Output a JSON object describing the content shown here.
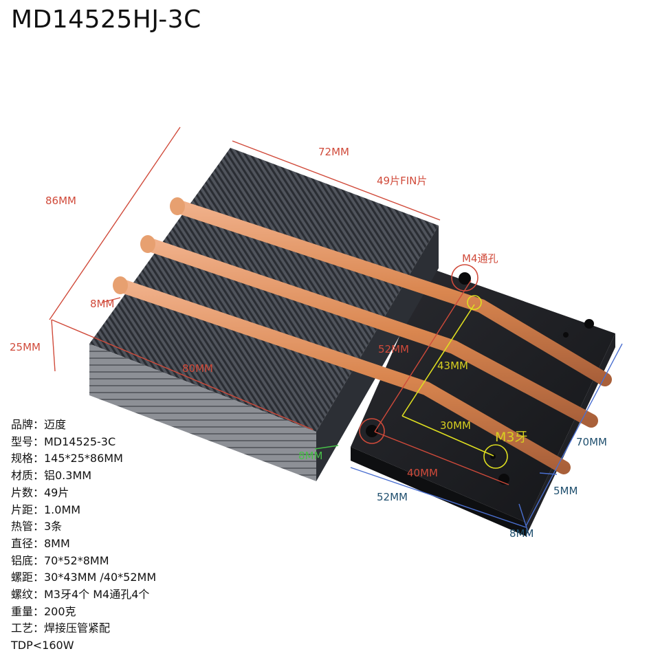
{
  "title": "MD14525HJ-3C",
  "dimensions": {
    "width_86": "86MM",
    "length_72": "72MM",
    "fins_49": "49片FIN片",
    "pipe_8": "8MM",
    "height_25": "25MM",
    "length_80": "80MM",
    "green_8": "8MM",
    "m4_holes": "M4通孔",
    "pitch_52": "52MM",
    "pitch_43": "43MM",
    "pitch_30": "30MM",
    "m3_thread": "M3牙",
    "pitch_40": "40MM",
    "base_70": "70MM",
    "base_52": "52MM",
    "base_5": "5MM",
    "base_8": "8MM"
  },
  "specs": [
    "品牌：迈度",
    "型号：MD14525-3C",
    "规格：145*25*86MM",
    "材质：铝0.3MM",
    "片数：49片",
    "片距：1.0MM",
    "热管：3条",
    "直径：8MM",
    "铝底：70*52*8MM",
    "螺距：30*43MM /40*52MM",
    "螺纹：M3牙4个 M4通孔4个",
    "重量：200克",
    "工艺：焊接压管紧配",
    "TDP<160W"
  ],
  "colors": {
    "dimension_red": "#d04a3a",
    "dimension_blue": "#4a6fd0",
    "label_blue": "#1f4f6e",
    "highlight_yellow": "#e0e020",
    "copper": "#d98a55",
    "fin_dark": "#3a3d44",
    "base_black": "#1e1f23"
  }
}
